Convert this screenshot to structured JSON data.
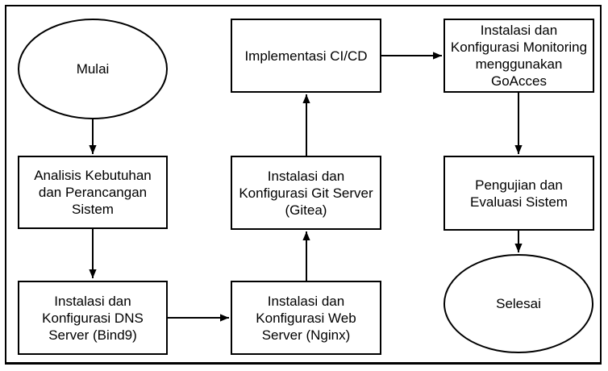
{
  "diagram": {
    "background_color": "#ffffff",
    "line_color": "#000000",
    "node_fill_color": "#ffffff",
    "nodes": {
      "mulai": {
        "label": "Mulai",
        "shape": "ellipse"
      },
      "analisis": {
        "label": "Analisis Kebutuhan\ndan Perancangan\nSistem",
        "shape": "rect"
      },
      "dns": {
        "label": "Instalasi dan\nKonfigurasi DNS\nServer (Bind9)",
        "shape": "rect"
      },
      "nginx": {
        "label": "Instalasi dan\nKonfigurasi Web\nServer (Nginx)",
        "shape": "rect"
      },
      "gitea": {
        "label": "Instalasi dan\nKonfigurasi Git Server\n(Gitea)",
        "shape": "rect"
      },
      "cicd": {
        "label": "Implementasi CI/CD",
        "shape": "rect"
      },
      "monitoring": {
        "label": "Instalasi dan\nKonfigurasi Monitoring\nmenggunakan GoAcces",
        "shape": "rect"
      },
      "pengujian": {
        "label": "Pengujian dan\nEvaluasi Sistem",
        "shape": "rect"
      },
      "selesai": {
        "label": "Selesai",
        "shape": "ellipse"
      }
    },
    "edges": [
      {
        "from": "mulai",
        "to": "analisis",
        "direction": "down"
      },
      {
        "from": "analisis",
        "to": "dns",
        "direction": "down"
      },
      {
        "from": "dns",
        "to": "nginx",
        "direction": "right"
      },
      {
        "from": "nginx",
        "to": "gitea",
        "direction": "up"
      },
      {
        "from": "gitea",
        "to": "cicd",
        "direction": "up"
      },
      {
        "from": "cicd",
        "to": "monitoring",
        "direction": "right"
      },
      {
        "from": "monitoring",
        "to": "pengujian",
        "direction": "down"
      },
      {
        "from": "pengujian",
        "to": "selesai",
        "direction": "down"
      }
    ]
  }
}
